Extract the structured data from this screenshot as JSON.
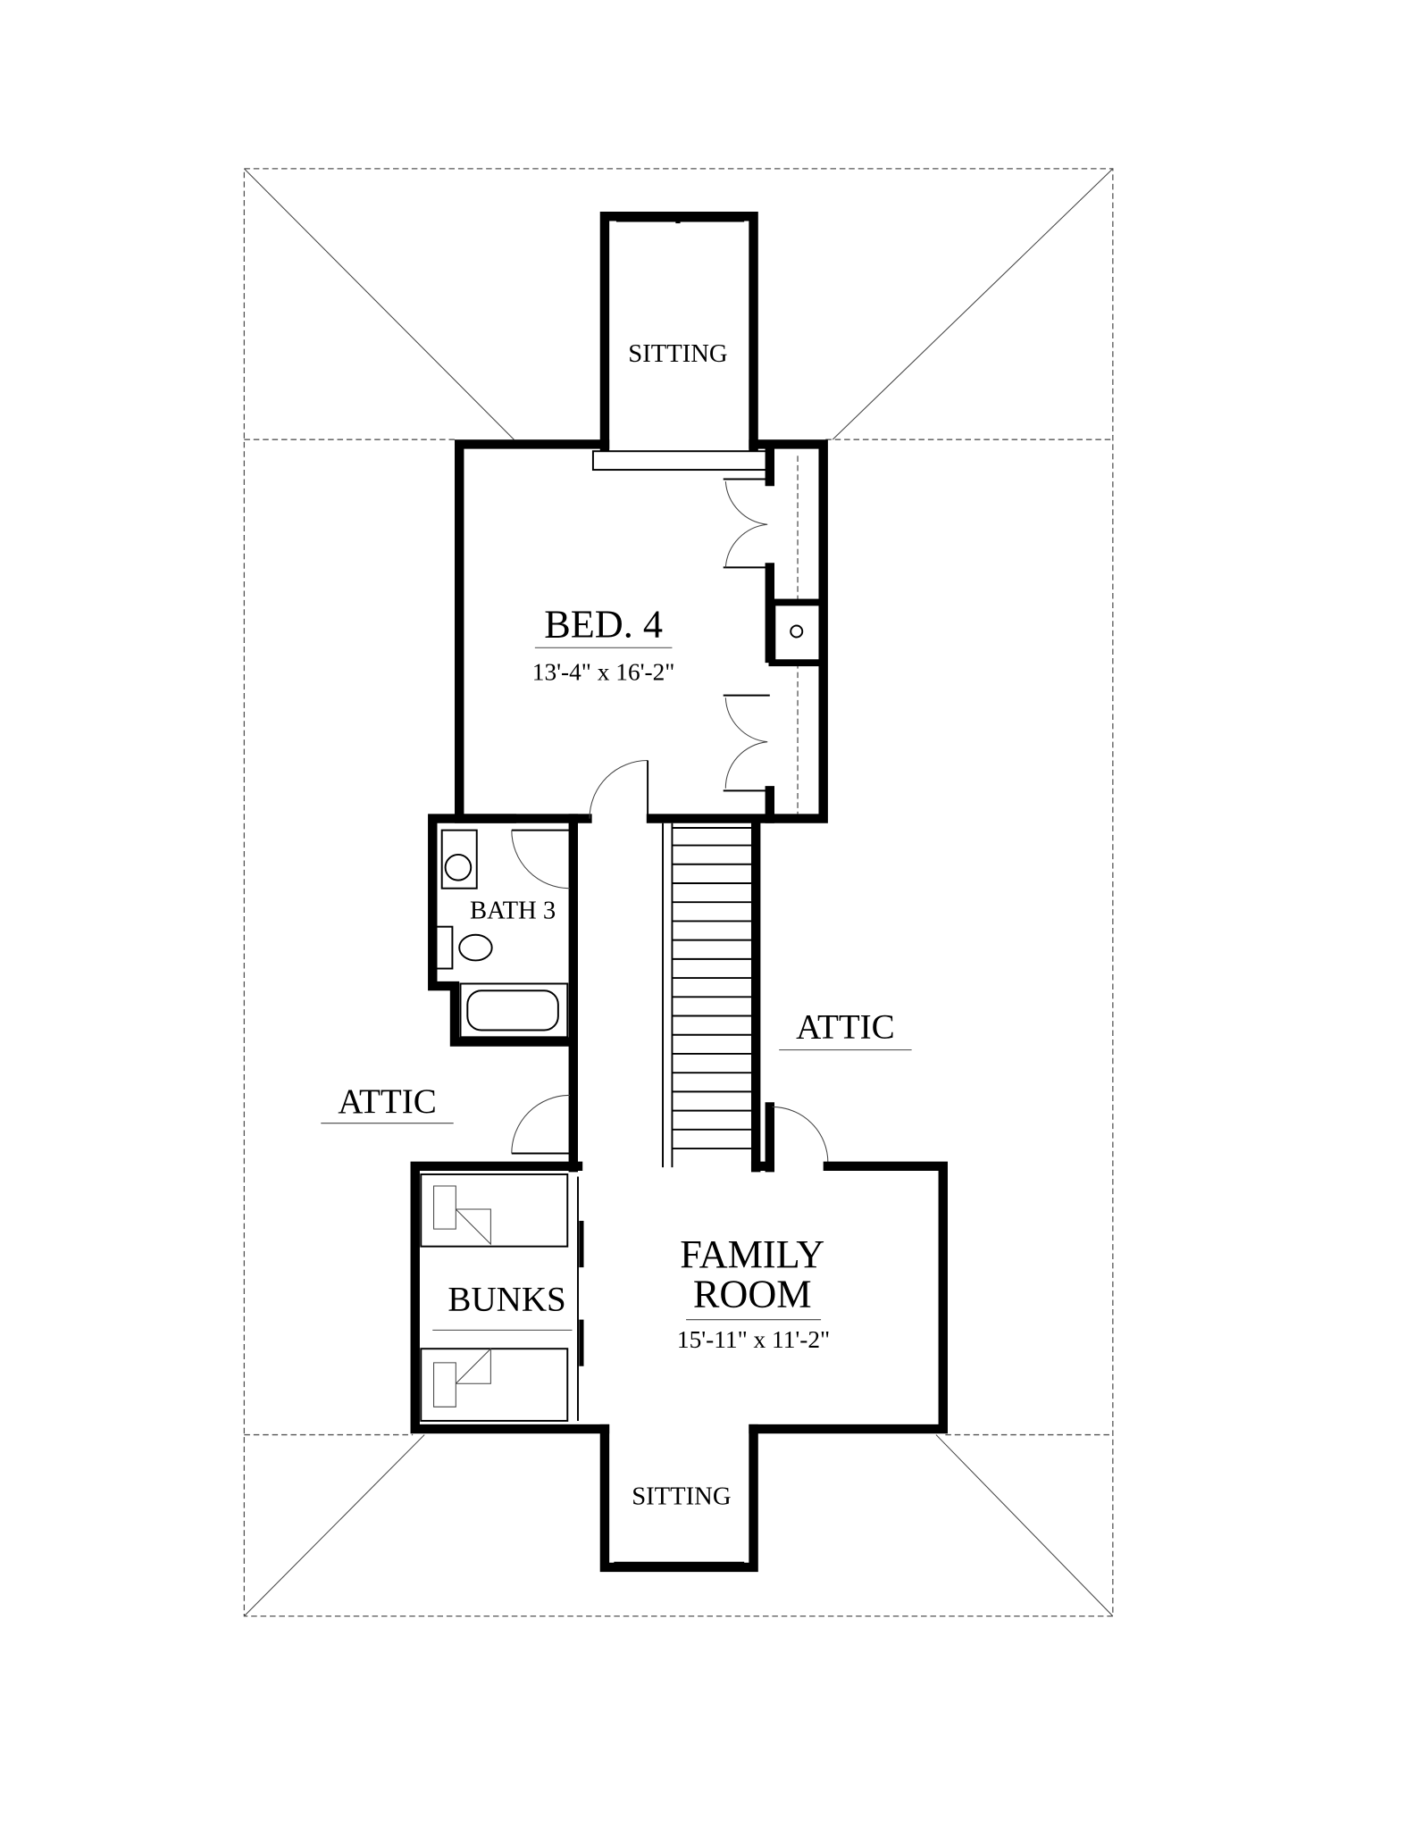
{
  "plan": {
    "rooms": {
      "sitting_top": {
        "label": "SITTING"
      },
      "bed4": {
        "label": "BED. 4",
        "dimensions": "13'-4\" x 16'-2\""
      },
      "bath3": {
        "label": "BATH 3"
      },
      "attic_right": {
        "label": "ATTIC"
      },
      "attic_left": {
        "label": "ATTIC"
      },
      "family_room": {
        "label_line1": "FAMILY",
        "label_line2": "ROOM",
        "dimensions": "15'-11\" x 11'-2\""
      },
      "bunks": {
        "label": "BUNKS"
      },
      "sitting_bottom": {
        "label": "SITTING"
      }
    },
    "colors": {
      "line": "#000000",
      "background": "#ffffff"
    }
  }
}
